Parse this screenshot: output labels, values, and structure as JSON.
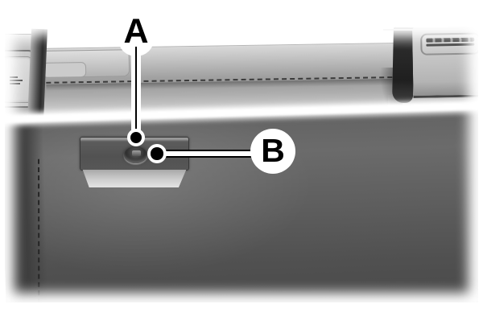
{
  "figure": {
    "kind": "technical-illustration",
    "subject": "glove-box-lock-callout-diagram",
    "background_color": "#ffffff",
    "artwork_colors": {
      "panel_dark": "#565656",
      "panel_light": "#cccccc",
      "callout_ink": "#000000",
      "leader_casing": "#ffffff"
    },
    "callouts": {
      "a": {
        "label": "A"
      },
      "b": {
        "label": "B"
      }
    }
  }
}
